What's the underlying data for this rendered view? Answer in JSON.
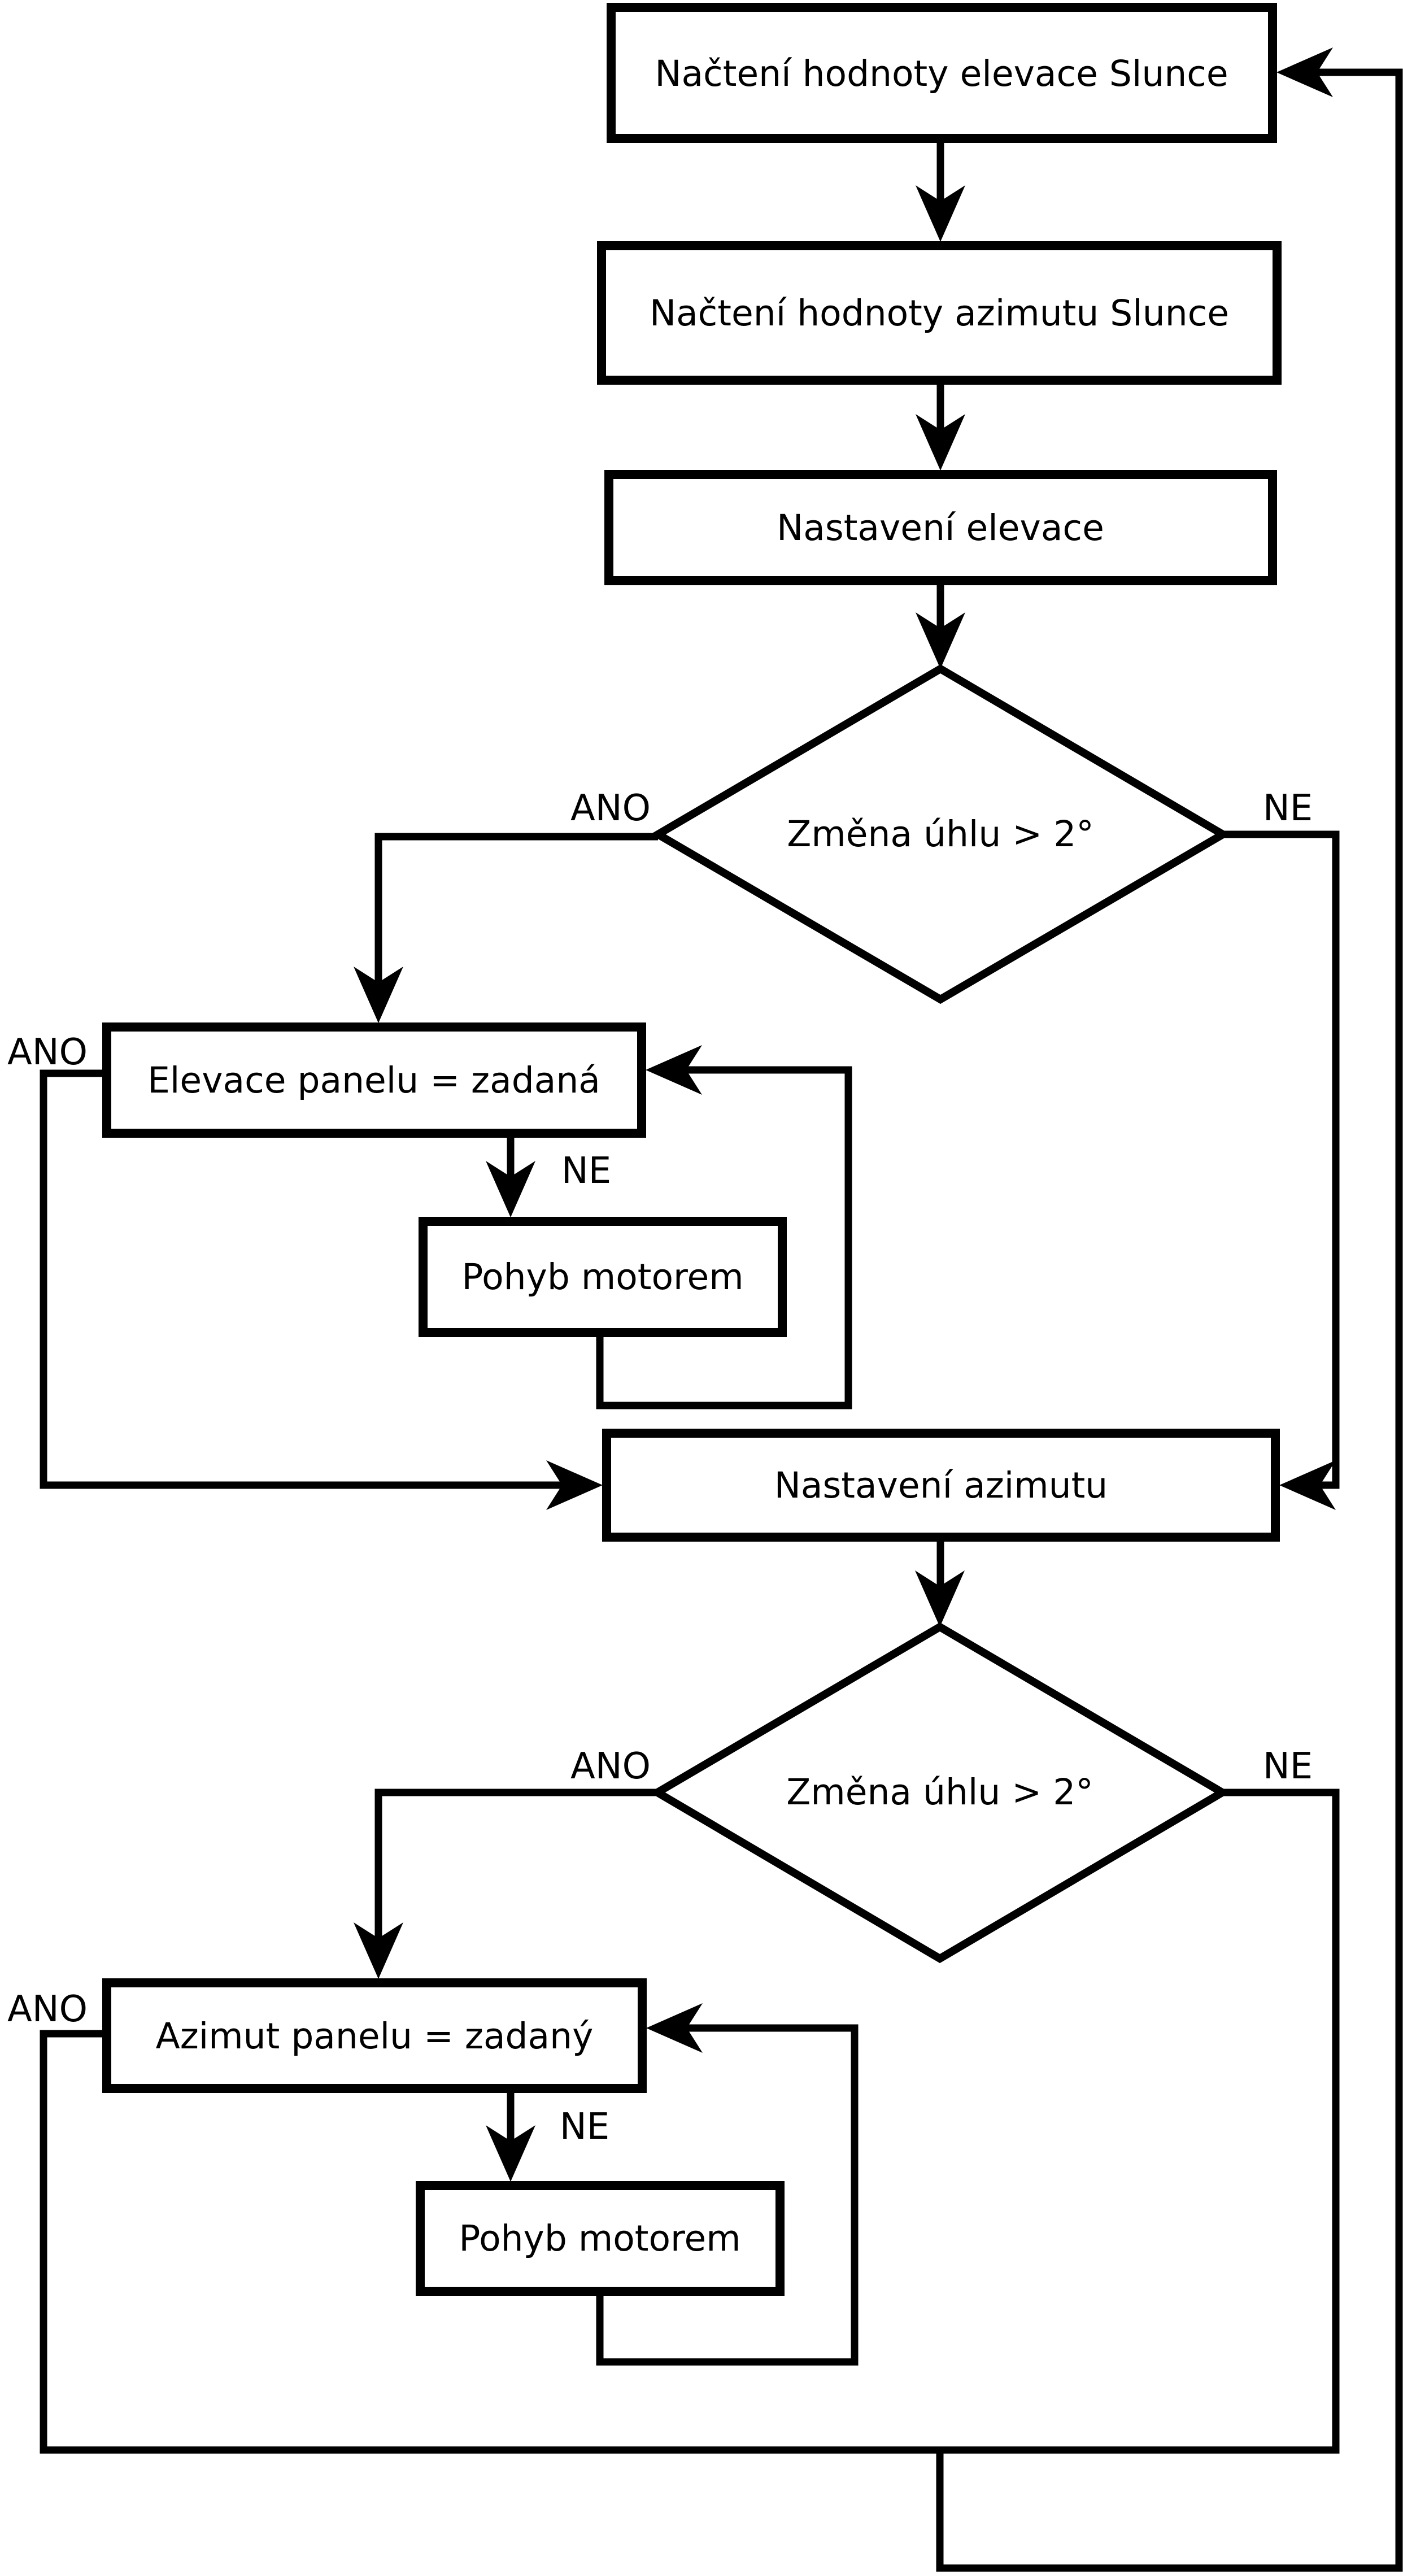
{
  "page": {
    "background_color": "#ffffff",
    "line_color": "#000000",
    "text_color": "#000000"
  },
  "flowchart": {
    "nodes": {
      "load_elevation": {
        "type": "process",
        "label": "Načtení hodnoty elevace Slunce"
      },
      "load_azimuth": {
        "type": "process",
        "label": "Načtení hodnoty azimutu Slunce"
      },
      "set_elevation": {
        "type": "process",
        "label": "Nastavení elevace"
      },
      "elevation_check": {
        "type": "decision",
        "label": "Změna úhlu > 2°"
      },
      "elevation_equal": {
        "type": "process",
        "label": "Elevace panelu = zadaná"
      },
      "elevation_motor": {
        "type": "process",
        "label": "Pohyb motorem"
      },
      "set_azimuth": {
        "type": "process",
        "label": "Nastavení azimutu"
      },
      "azimuth_check": {
        "type": "decision",
        "label": "Změna úhlu > 2°"
      },
      "azimuth_equal": {
        "type": "process",
        "label": "Azimut panelu = zadaný"
      },
      "azimuth_motor": {
        "type": "process",
        "label": "Pohyb motorem"
      }
    },
    "edge_labels": {
      "elevation_check_yes": "ANO",
      "elevation_check_no": "NE",
      "elevation_equal_yes": "ANO",
      "elevation_equal_no": "NE",
      "azimuth_check_yes": "ANO",
      "azimuth_check_no": "NE",
      "azimuth_equal_yes": "ANO",
      "azimuth_equal_no": "NE"
    }
  }
}
